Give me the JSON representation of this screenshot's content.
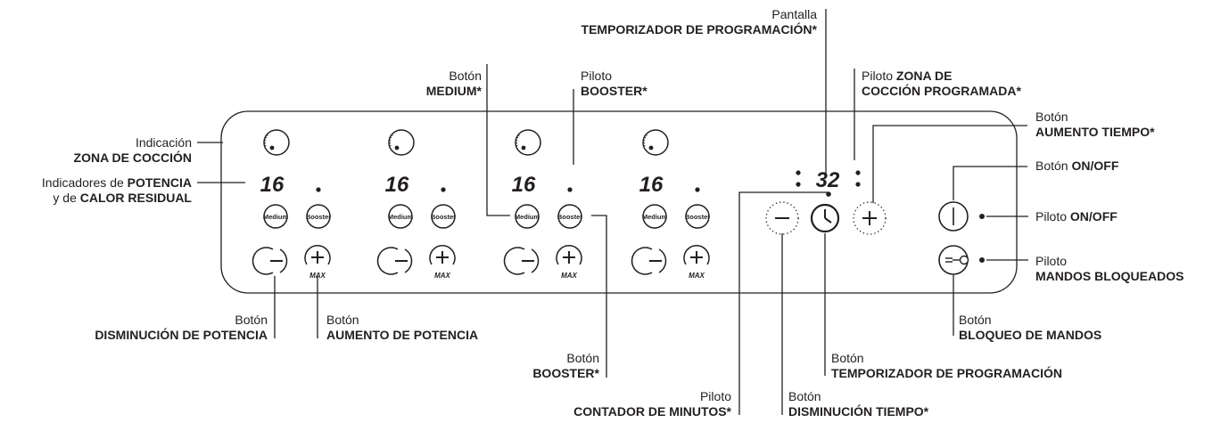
{
  "zone_digit": "16",
  "timer_digits": "32",
  "btn_medium": "Medium",
  "btn_booster": "Booster",
  "max_text": "MAX",
  "labels": {
    "pantalla": "Pantalla",
    "temporizador_programacion_star": "TEMPORIZADOR DE PROGRAMACIÓN*",
    "boton": "Botón",
    "piloto": "Piloto",
    "medium_star": "MEDIUM*",
    "booster_star": "BOOSTER*",
    "piloto_zona_pre": "Piloto",
    "zona_de": "ZONA DE",
    "coccion_programada": "COCCIÓN PROGRAMADA*",
    "aumento_tiempo": "AUMENTO TIEMPO*",
    "indicacion": "Indicación",
    "zona_de_coccion": "ZONA DE COCCIÓN",
    "indicadores_de": "Indicadores de",
    "potencia": "POTENCIA",
    "y_de": "y de",
    "calor_residual": "CALOR RESIDUAL",
    "on_off": "ON/OFF",
    "mandos_bloqueados": "MANDOS BLOQUEADOS",
    "disminucion_potencia": "DISMINUCIÓN DE POTENCIA",
    "aumento_potencia": "AUMENTO DE POTENCIA",
    "bloqueo_mandos": "BLOQUEO DE MANDOS",
    "temporizador_programacion": "TEMPORIZADOR DE PROGRAMACIÓN",
    "contador_minutos": "CONTADOR DE MINUTOS*",
    "disminucion_tiempo": "DISMINUCIÓN TIEMPO*"
  }
}
